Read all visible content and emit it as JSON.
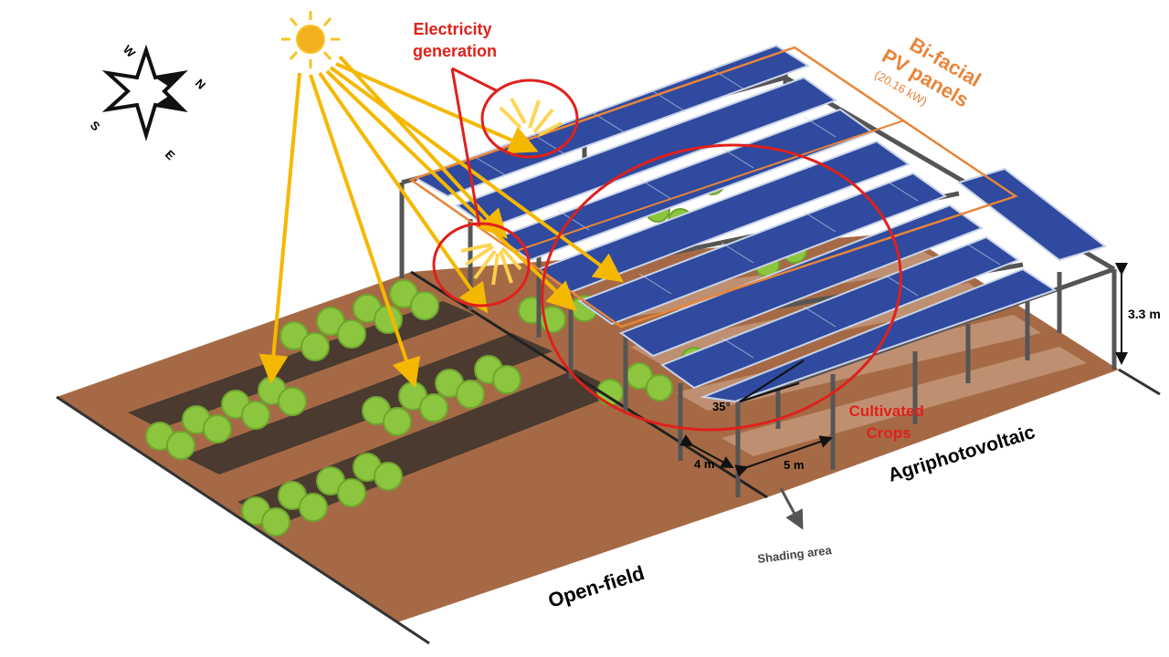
{
  "compass": {
    "w": "W",
    "n": "N",
    "s": "S",
    "e": "E"
  },
  "labels": {
    "electricity": [
      "Electricity",
      "generation"
    ],
    "bifacial_line1": "Bi-facial",
    "bifacial_line2": "PV panels",
    "capacity": "(20.16 kW)",
    "cultivated": [
      "Cultivated",
      "Crops"
    ],
    "height": "3.3 m",
    "angle": "35°",
    "width_4m": "4 m",
    "width_5m": "5 m",
    "agri": "Agriphotovoltaic",
    "shading": "Shading area",
    "open_field": "Open-field"
  },
  "colors": {
    "soil": "#a56a45",
    "row_dark": "#4a3a30",
    "row_shade": "#c49a7c",
    "crop": "#8cc63f",
    "panel": "#2f4a9e",
    "frame": "#555555",
    "ray": "#f5b800",
    "sun": "#f7c325",
    "red": "#e0201b",
    "orange": "#e8853a"
  }
}
